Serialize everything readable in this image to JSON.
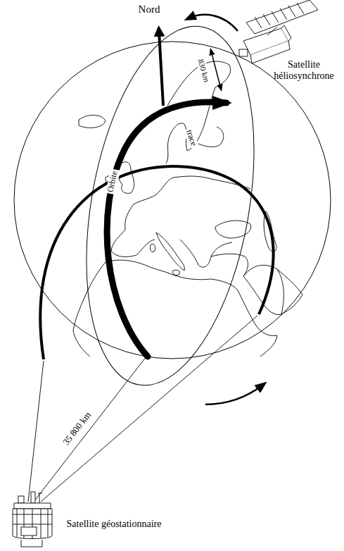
{
  "diagram": {
    "labels": [
      "Nord",
      "830 km",
      "Satellite héliosynchrone",
      "trace",
      "Orbite",
      "35 800 km",
      "Satellite géostationnaire"
    ]
  }
}
